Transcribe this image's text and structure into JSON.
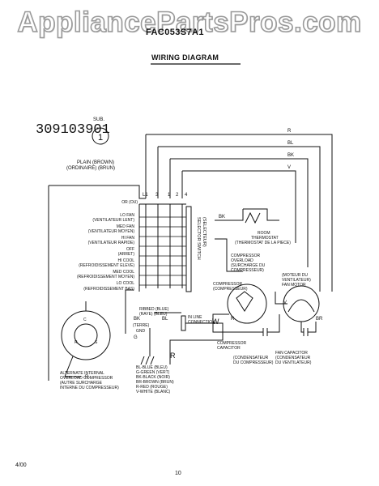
{
  "header": {
    "watermark": "AppliancePartsPros.com",
    "model": "FAC053S7A1",
    "title": "WIRING DIAGRAM"
  },
  "part": {
    "number": "309103901",
    "sub_label": "SUB.",
    "sub_value": "1"
  },
  "wires_top": [
    "R",
    "BL",
    "BK",
    "V"
  ],
  "wire_labels": {
    "r": "R",
    "bl": "BL",
    "bk": "BK",
    "v": "V",
    "w": "W",
    "bk2": "BK",
    "br": "BR",
    "r2": "R",
    "v2": "V",
    "bk3": "BK",
    "r3": "R",
    "r4": "R",
    "g": "G",
    "bl2": "BL"
  },
  "plain": {
    "line1": "PLAIN (BROWN)",
    "line2": "(ORDINAIRE) (BRUN)"
  },
  "terminals": [
    "L1",
    "3",
    "1",
    "2",
    "4"
  ],
  "switch_label": {
    "line1": "SELECTOR SWITCH",
    "line2": "(SELECTEUR)"
  },
  "positions": [
    "OR (OU)",
    "LO FAN",
    "(VENTILATEUR LENT)",
    "MED FAN",
    "(VENTILATEUR MOYEN)",
    "HI FAN",
    "(VENTILATEUR RAPIDE)",
    "OFF",
    "(ARRET)",
    "HI COOL",
    "(REFROIDISSEMENT ELEVE)",
    "MED COOL",
    "(REFROIDISSEMENT MOYEN)",
    "LO COOL",
    "(REFROIDISSEMENT BAS)"
  ],
  "thermostat": {
    "line1": "ROOM",
    "line2": "THERMOSTAT",
    "line3": "(THERMOSTAT DE LA PIECE)"
  },
  "overload": {
    "line1": "COMPRESSOR",
    "line2": "OVERLOAD",
    "line3": "(SURCHARGE DU",
    "line4": "COMPRESSEUR)"
  },
  "compressor": {
    "line1": "COMPRESSOR",
    "line2": "(COMPRESSEUR)"
  },
  "fan_motor": {
    "line1": "(MOTEUR DU",
    "line2": "VENTILATEUR)",
    "line3": "FAN MOTOR"
  },
  "comp_cap": {
    "line1": "COMPRESSOR",
    "line2": "CAPACITOR",
    "line3": "(CONDENSATEUR",
    "line4": "DU COMPRESSEUR)"
  },
  "fan_cap": {
    "line1": "FAN CAPACITOR",
    "line2": "(CONDENSATEUR",
    "line3": "DU VENTILATEUR)"
  },
  "ribbed": {
    "line1": "RIBBED (BLUE)",
    "line2": "(RAYE) (BLEU)"
  },
  "inline": {
    "line1": "IN LINE",
    "line2": "CONNECTION"
  },
  "ground": {
    "line1": "(TERRE)",
    "line2": "GND"
  },
  "legend": [
    "BL-BLUE (BLEU)",
    "G-GREEN (VERT)",
    "BK-BLACK (NOIR)",
    "BR-BROWN (BRUN)",
    "R-RED (ROUGE)",
    "V-WHITE (BLANC)"
  ],
  "alternate": {
    "line1": "ALTERNATE INTERNAL",
    "line2": "OVERLOAD COMPRESSOR",
    "line3": "(AUTRE SURCHARGE",
    "line4": "INTERNE DU COMPRESSEUR)"
  },
  "comp_terms": {
    "c": "C",
    "r": "R",
    "s": "S"
  },
  "footer": {
    "date": "4/00",
    "page": "10"
  }
}
